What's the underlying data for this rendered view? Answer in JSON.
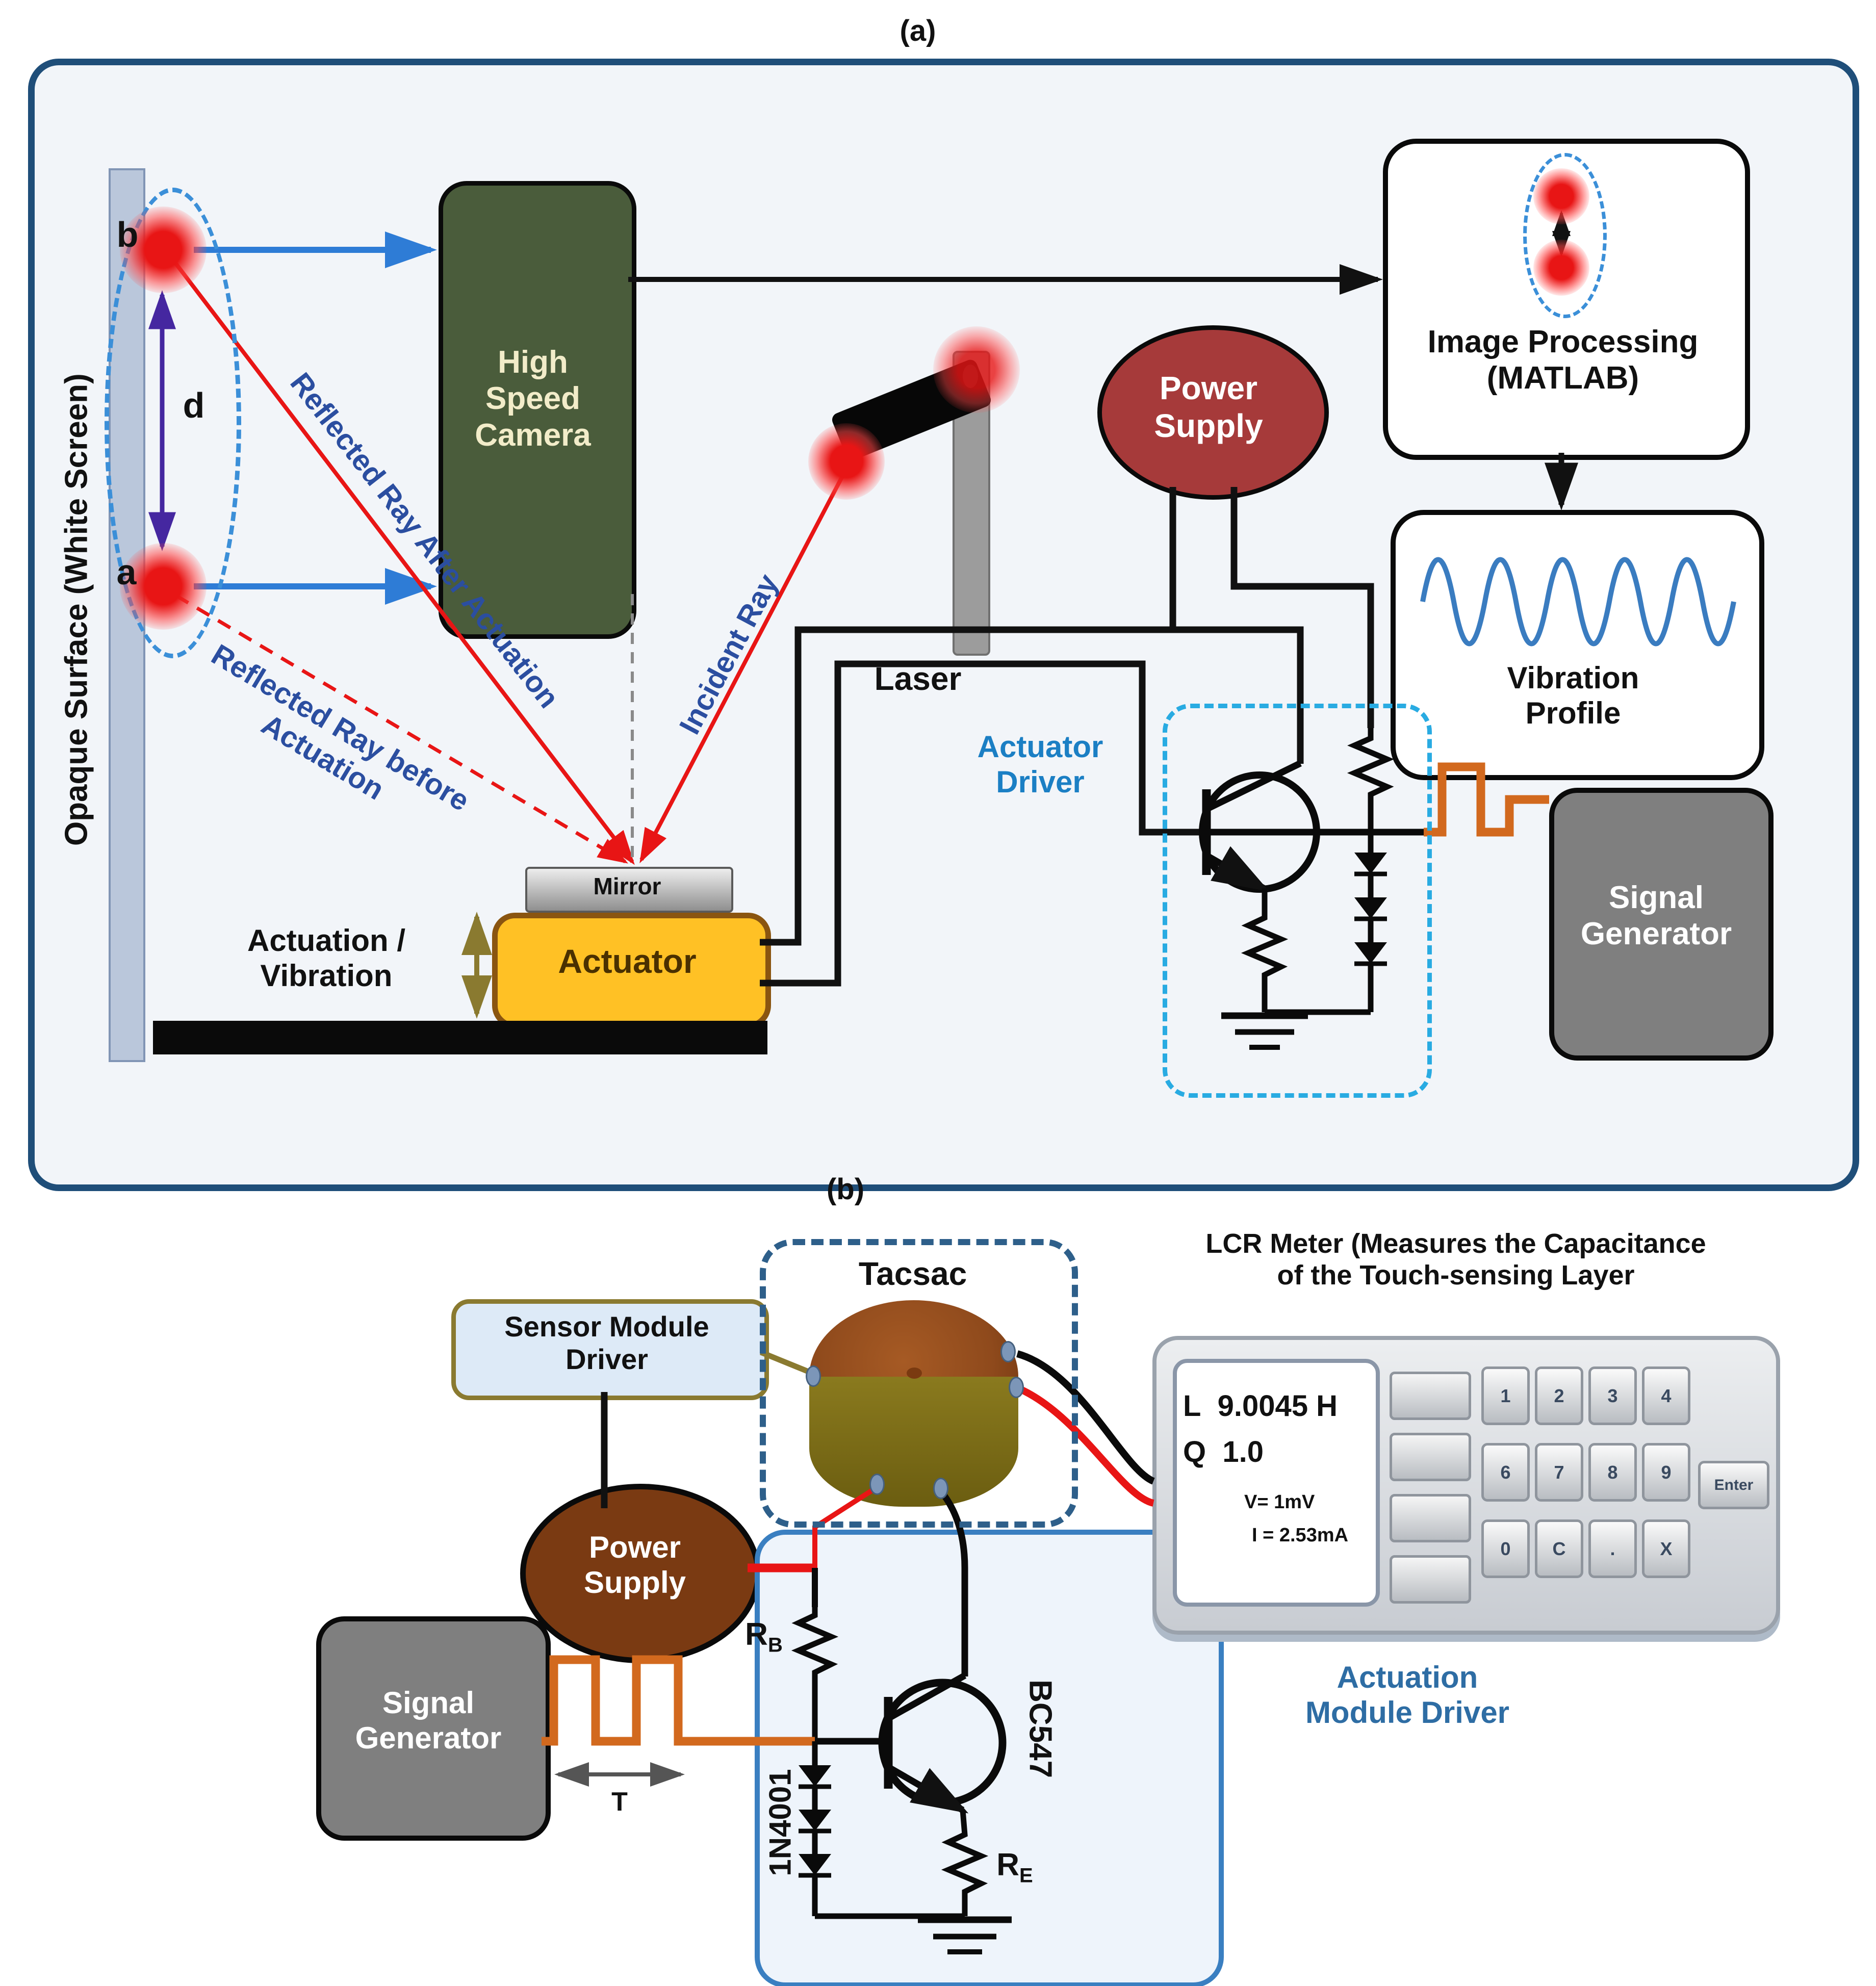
{
  "figure": {
    "panel_a_tag": "(a)",
    "panel_b_tag": "(b)"
  },
  "panel_a": {
    "screen_label": "Opaque Surface (White Screen)",
    "point_b": "b",
    "point_a": "a",
    "distance": "d",
    "camera": "High\nSpeed\nCamera",
    "laser": "Laser",
    "ray_incident": "Incident Ray",
    "ray_after": "Reflected Ray After Actuation",
    "ray_before": "Reflected Ray before Actuation",
    "power_supply": "Power\nSupply",
    "image_processing": "Image Processing\n(MATLAB)",
    "vibration_profile": "Vibration\nProfile",
    "signal_generator": "Signal\nGenerator",
    "actuator_driver": "Actuator\nDriver",
    "mirror": "Mirror",
    "actuator": "Actuator",
    "actuation_vibration": "Actuation /\nVibration"
  },
  "panel_b": {
    "tacsac": "Tacsac",
    "sensor_module_driver": "Sensor Module\nDriver",
    "power_supply": "Power\nSupply",
    "signal_generator": "Signal\nGenerator",
    "period": "T",
    "actuation_module_driver": "Actuation\nModule Driver",
    "rb": "R",
    "rb_sub": "B",
    "re": "R",
    "re_sub": "E",
    "diode_part": "1N4001",
    "transistor_part": "BC547",
    "lcr": {
      "title": "LCR Meter (Measures the Capacitance\nof the Touch-sensing Layer",
      "display_l": "L",
      "display_l_value": "9.0045 H",
      "display_q": "Q",
      "display_q_value": "1.0",
      "display_v": "V= 1mV",
      "display_i": "I = 2.53mA",
      "keypad": [
        "1",
        "2",
        "3",
        "4",
        "6",
        "7",
        "8",
        "9",
        "0",
        "C",
        ".",
        "X"
      ],
      "enter": "Enter"
    }
  },
  "colors": {
    "panel_border": "#1f4e79",
    "panel_bg": "#f2f5f9",
    "camera_green": "#4a5c3b",
    "camera_text": "#f2ecc9",
    "arrow_blue": "#2e7cd6",
    "dashed_blue": "#3b8fd8",
    "ray_label_blue": "#2b4ea0",
    "laser_red": "#e81515",
    "distance_purple": "#4527a0",
    "power_supply_a": "#a63a3a",
    "power_supply_b": "#7a3a12",
    "signal_gray": "#7f7f7f",
    "wire_orange": "#d2691e",
    "driver_dash_cyan": "#29abe2",
    "driver_label_blue": "#1b7fc4",
    "actuator_yellow": "#ffc125",
    "olive": "#8a7a30",
    "tacsac_dash": "#2e5f8a",
    "circuit_box_blue": "#3a7fc1",
    "module_label_blue": "#2e6da4",
    "sine_blue": "#3a7cc0"
  }
}
